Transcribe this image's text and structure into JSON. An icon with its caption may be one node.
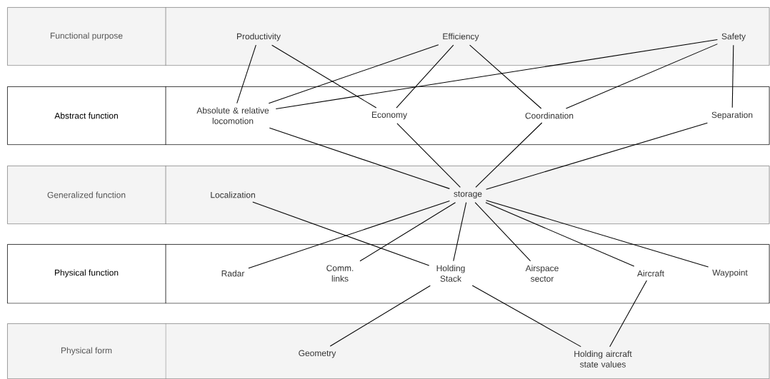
{
  "diagram": {
    "nodes": [
      {
        "text": [
          "Functional purpose"
        ]
      },
      {
        "text": [
          "Productivity"
        ],
        "in": 0
      },
      {
        "text": [
          "Efficiency"
        ],
        "in": 0
      },
      {
        "text": [
          "Safety"
        ],
        "in": 0
      },
      {
        "text": [
          "Abstract function"
        ]
      },
      {
        "text": [
          "Absolute & relative locomotion"
        ],
        "in": 4
      },
      {
        "text": [
          "Economy"
        ],
        "in": 4
      },
      {
        "text": [
          "Coordination"
        ],
        "in": 4
      },
      {
        "text": [
          "Separation"
        ],
        "in": 4
      },
      {
        "text": [
          "Generalized function"
        ]
      },
      {
        "text": [
          "Localization"
        ],
        "in": 9
      },
      {
        "text": [
          "storage"
        ],
        "in": 9
      },
      {
        "text": [
          "Physical function"
        ]
      },
      {
        "text": [
          "Radar"
        ],
        "in": 12
      },
      {
        "text": [
          "Comm. links"
        ],
        "in": 12
      },
      {
        "text": [
          "Holding Stack"
        ],
        "in": 12
      },
      {
        "text": [
          "Airspace sector"
        ],
        "in": 12
      },
      {
        "text": [
          "Aircraft"
        ],
        "in": 12
      },
      {
        "text": [
          "Waypoint"
        ],
        "in": 12
      },
      {
        "text": [
          "Physical form"
        ]
      },
      {
        "text": [
          "Geometry"
        ],
        "in": 19
      },
      {
        "text": [
          "Holding aircraft state values"
        ],
        "in": 19
      }
    ],
    "edges": [
      {
        "from": 1,
        "to": 5,
        "arrow": "none"
      },
      {
        "from": 1,
        "to": 6,
        "arrow": "none"
      },
      {
        "from": 2,
        "to": 5,
        "arrow": "none"
      },
      {
        "from": 2,
        "to": 6,
        "arrow": "none"
      },
      {
        "from": 2,
        "to": 7,
        "arrow": "none"
      },
      {
        "from": 3,
        "to": 5,
        "arrow": "none"
      },
      {
        "from": 3,
        "to": 7,
        "arrow": "none"
      },
      {
        "from": 3,
        "to": 8,
        "arrow": "none"
      },
      {
        "from": 5,
        "to": 11,
        "arrow": "none"
      },
      {
        "from": 6,
        "to": 11,
        "arrow": "none"
      },
      {
        "from": 7,
        "to": 11,
        "arrow": "none"
      },
      {
        "from": 8,
        "to": 11,
        "arrow": "none"
      },
      {
        "from": 10,
        "to": 15,
        "arrow": "none"
      },
      {
        "from": 11,
        "to": 13,
        "arrow": "none"
      },
      {
        "from": 11,
        "to": 14,
        "arrow": "none"
      },
      {
        "from": 11,
        "to": 15,
        "arrow": "none"
      },
      {
        "from": 11,
        "to": 16,
        "arrow": "none"
      },
      {
        "from": 11,
        "to": 17,
        "arrow": "none"
      },
      {
        "from": 11,
        "to": 18,
        "arrow": "none"
      },
      {
        "from": 15,
        "to": 20,
        "arrow": "none"
      },
      {
        "from": 15,
        "to": 21,
        "arrow": "none"
      },
      {
        "from": 17,
        "to": 21,
        "arrow": "none"
      }
    ]
  }
}
